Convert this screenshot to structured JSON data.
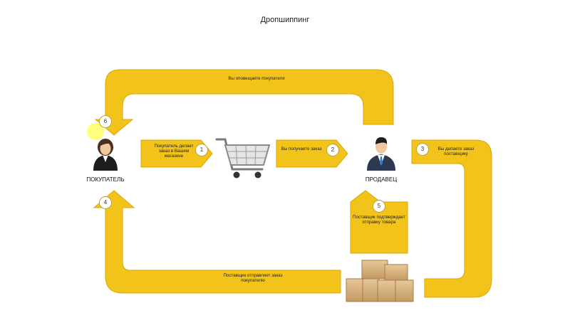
{
  "title": "Дропшиппинг",
  "colors": {
    "arrow": "#f2c31b",
    "arrow_edge": "#d9a800",
    "highlight": "#ffff66"
  },
  "roles": {
    "buyer": "ПОКУПАТЕЛЬ",
    "seller": "ПРОДАВЕЦ"
  },
  "steps": [
    {
      "num": "1",
      "text": "Покупатель делает заказ в Вашем магазине"
    },
    {
      "num": "2",
      "text": "Вы получаете заказ"
    },
    {
      "num": "3",
      "text": "Вы делаете заказ поставщику"
    },
    {
      "num": "4",
      "text": "Поставщик отправляет заказ покупателю"
    },
    {
      "num": "5",
      "text": "Поставщик подтверждает отправку товара"
    },
    {
      "num": "6",
      "text": "Вы оповещаете покупателя"
    }
  ],
  "icons": [
    "buyer-avatar-icon",
    "shopping-cart-icon",
    "seller-avatar-icon",
    "boxes-icon"
  ]
}
